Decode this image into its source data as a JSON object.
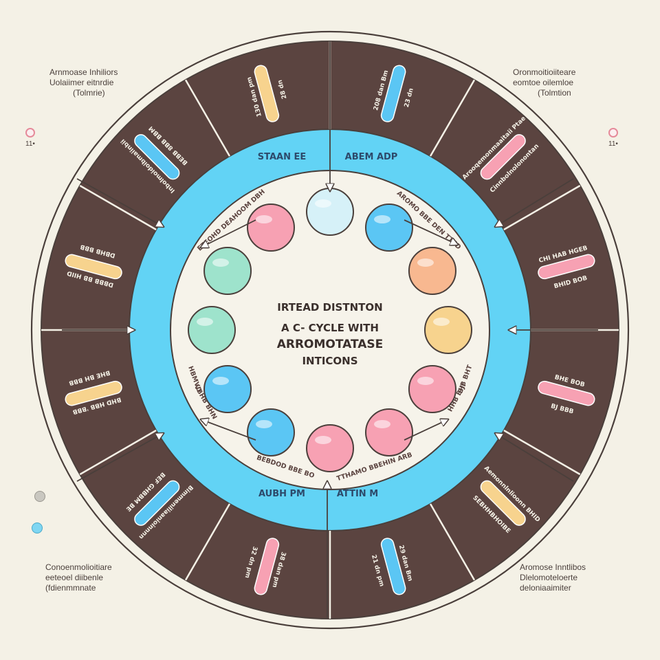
{
  "colors": {
    "background": "#f4f1e6",
    "outer_ring": "#5b4440",
    "middle_ring": "#62d3f5",
    "inner_disc": "#f6f3ea",
    "outline": "#4a3f3b",
    "pink": "#f7a1b3",
    "blue": "#5bc6f4",
    "yellow": "#f7d38e",
    "mint": "#9ee3cc",
    "orange": "#f8b890",
    "light_blue": "#d6f1f8"
  },
  "center": {
    "lines": [
      "IRTEAD DISTNTON",
      "A C- CYCLE WITH",
      "ARROMOTATASE",
      "INTICONS"
    ]
  },
  "middle_ring_labels": [
    "STAAN EE",
    "ABEM ADP",
    "AUBH PM",
    "ATTIN M"
  ],
  "inner_labels": [
    "ETEOHD DEAHOOM DBH",
    "AROMO BBE DEN TTCD",
    "BEBDOD BBE BO",
    "TTHAMO BBEHIN ARB",
    "HBMVD",
    "BJB BHT",
    "VBHB BHN",
    "HHB BHI"
  ],
  "outer_segments": [
    {
      "top": "130 dan pm",
      "bottom": "28 dn"
    },
    {
      "top": "208 dan Bm",
      "bottom": "23 dn"
    },
    {
      "top": "Arooqemonmaaitaii Ptae",
      "bottom": "Cinnbolnolonontan"
    },
    {
      "top": "CHI HAB HGEB",
      "bottom": "BHID BOB"
    },
    {
      "top": "BHE BOB",
      "bottom": "BJ BBB"
    },
    {
      "top": "Aemonnlnlioonn BHID",
      "bottom": "SEBHHBHOIBE"
    },
    {
      "top": "29 dan Bm",
      "bottom": "21 dn pm"
    },
    {
      "top": "38 dan pm",
      "bottom": "32 dn pm"
    },
    {
      "top": "Bimmeniliaanioinnnn",
      "bottom": "BEF GHBBM BE"
    },
    {
      "top": "BHD HBB 'BBB",
      "bottom": "BHE BH BBB"
    },
    {
      "top": "DBBB BB HIID",
      "bottom": "DBHB BBB"
    },
    {
      "top": "Inbolmoidoibmaiinbii",
      "bottom": "BEBB 8BB BBM"
    }
  ],
  "corner_notes": {
    "top_left": [
      "Arnmoase Inhiliors",
      "Uolaiimer eitnrdie",
      "(Tolmrie)"
    ],
    "top_right": [
      "Oronmoitioiiteare",
      "eomtoe oilemloe",
      "(Tolmtion"
    ],
    "bottom_left": [
      "Conoenmolioitiare",
      "eeteoel diibenle",
      "(fdienmmnate"
    ],
    "bottom_right": [
      "Aromose Inntlibos",
      "Dlelomoteloerte",
      "deloniaaimiter"
    ]
  },
  "side_markers": {
    "left": "11•",
    "right": "11•"
  }
}
